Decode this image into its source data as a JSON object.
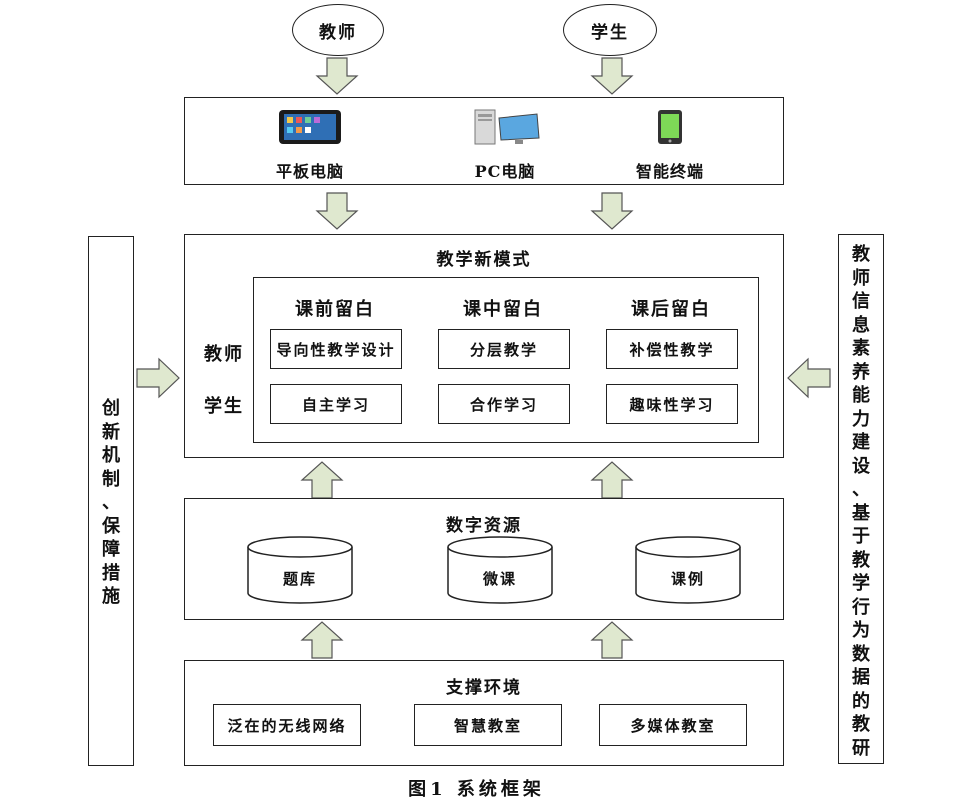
{
  "users": {
    "teacher": "教师",
    "student": "学生"
  },
  "devices": {
    "tablet": "平板电脑",
    "pc": "PC电脑",
    "smart_terminal": "智能终端"
  },
  "teaching_mode": {
    "title": "教学新模式",
    "columns": [
      "课前留白",
      "课中留白",
      "课后留白"
    ],
    "row_labels": {
      "teacher": "教师",
      "student": "学生"
    },
    "teacher_cells": [
      "导向性教学设计",
      "分层教学",
      "补偿性教学"
    ],
    "student_cells": [
      "自主学习",
      "合作学习",
      "趣味性学习"
    ]
  },
  "digital_resources": {
    "title": "数字资源",
    "items": [
      "题库",
      "微课",
      "课例"
    ]
  },
  "support_environment": {
    "title": "支撑环境",
    "items": [
      "泛在的无线网络",
      "智慧教室",
      "多媒体教室"
    ]
  },
  "left_panel": "创新机制、保障措施",
  "right_panel": "教师信息素养能力建设、基于教学行为数据的教研",
  "caption": "图1 系统框架"
}
